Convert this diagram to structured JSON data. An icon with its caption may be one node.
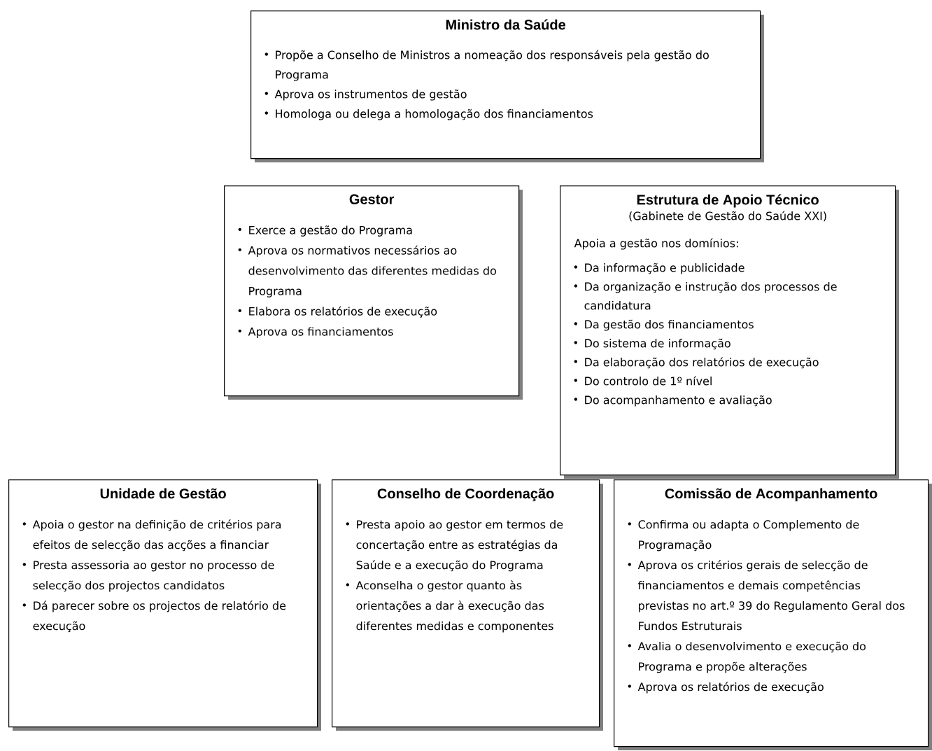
{
  "diagram": {
    "nodes": [
      {
        "text": [
          "Ministro da Saúde",
          "Propõe a Conselho de Ministros a nomeação dos responsáveis pela gestão do Programa",
          "Aprova os instrumentos de gestão",
          "Homologa ou delega a homologação dos financiamentos"
        ]
      },
      {
        "text": [
          "Gestor",
          "Exerce a gestão do Programa",
          "Aprova os normativos necessários ao desenvolvimento das diferentes medidas do Programa",
          "Elabora os relatórios de execução",
          "Aprova os financiamentos"
        ]
      },
      {
        "text": [
          "Estrutura de Apoio Técnico",
          "(Gabinete de Gestão do Saúde XXI)",
          "Apoia a gestão nos domínios:",
          "Da informação e publicidade",
          "Da organização e instrução dos processos de candidatura",
          "Da gestão dos financiamentos",
          "Do sistema de informação",
          "Da elaboração dos relatórios de execução",
          "Do controlo de 1º nível",
          "Do acompanhamento e avaliação"
        ]
      },
      {
        "text": [
          "Unidade de Gestão",
          "Apoia o gestor na definição de critérios para efeitos de selecção das acções a financiar",
          "Presta assessoria ao gestor no processo de selecção dos projectos candidatos",
          "Dá parecer sobre os projectos de relatório de execução"
        ]
      },
      {
        "text": [
          "Conselho de Coordenação",
          "Presta apoio ao gestor em termos de concertação entre as estratégias da Saúde e a execução do Programa",
          "Aconselha o gestor quanto às orientações a dar à execução das diferentes medidas e componentes"
        ]
      },
      {
        "text": [
          "Comissão de Acompanhamento",
          "Confirma ou adapta o Complemento de Programação",
          "Aprova os critérios gerais de selecção de financiamentos e demais competências previstas no art.º 39 do Regulamento Geral dos Fundos Estruturais",
          "Avalia o desenvolvimento e execução do Programa e propõe alterações",
          "Aprova os relatórios de execução"
        ]
      }
    ]
  }
}
